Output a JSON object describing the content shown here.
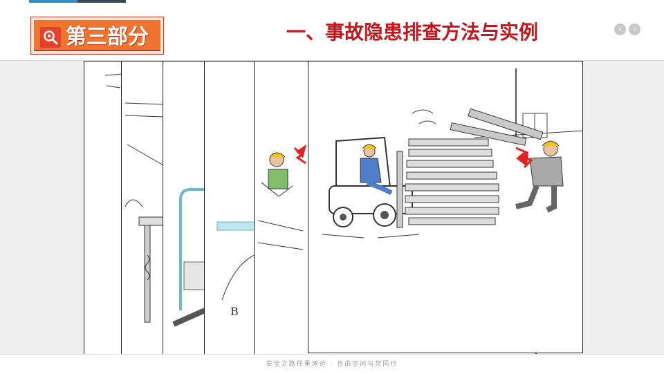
{
  "header": {
    "section_label": "第三部分",
    "section_icon": "magnifier-icon",
    "title": "一、事故隐患排查方法与实例",
    "nav": {
      "prev_icon": "chevron-left-icon",
      "next_icon": "chevron-right-icon",
      "prev_glyph": "‹",
      "next_glyph": "›"
    }
  },
  "slides": [
    {
      "name": "hazard-illustration-1"
    },
    {
      "name": "hazard-illustration-2"
    },
    {
      "name": "hazard-illustration-3"
    },
    {
      "name": "hazard-illustration-4",
      "label": "B"
    },
    {
      "name": "hazard-illustration-5"
    },
    {
      "name": "hazard-illustration-forklift"
    }
  ],
  "footer": {
    "text": "安全之路任重道远 · 自由空间与您同行"
  },
  "colors": {
    "accent_red": "#c0161c",
    "badge_orange": "#f1742e",
    "accent_blue": "#2f8fc5"
  }
}
